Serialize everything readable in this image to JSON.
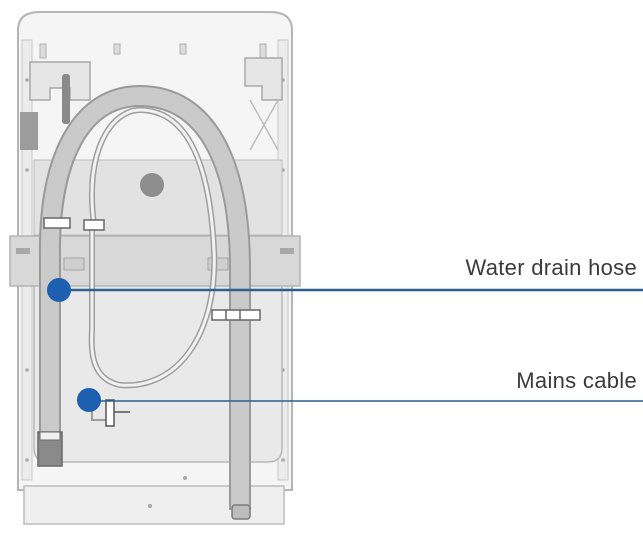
{
  "callouts": {
    "drain_hose": {
      "label": "Water drain hose"
    },
    "mains_cable": {
      "label": "Mains cable"
    }
  },
  "colors": {
    "callout_dot": "#1f5fb0",
    "callout_line": "#2d5f8f",
    "cabinet_fill": "#f4f4f4",
    "cabinet_outline": "#b8b8b8",
    "hose_fill": "#c9c9c9",
    "hose_outline": "#9a9a9a",
    "panel_fill": "#dedede",
    "label_text": "#3a3a3a"
  },
  "icons": [
    "drain-hose",
    "mains-cable",
    "washing-machine-rear"
  ]
}
